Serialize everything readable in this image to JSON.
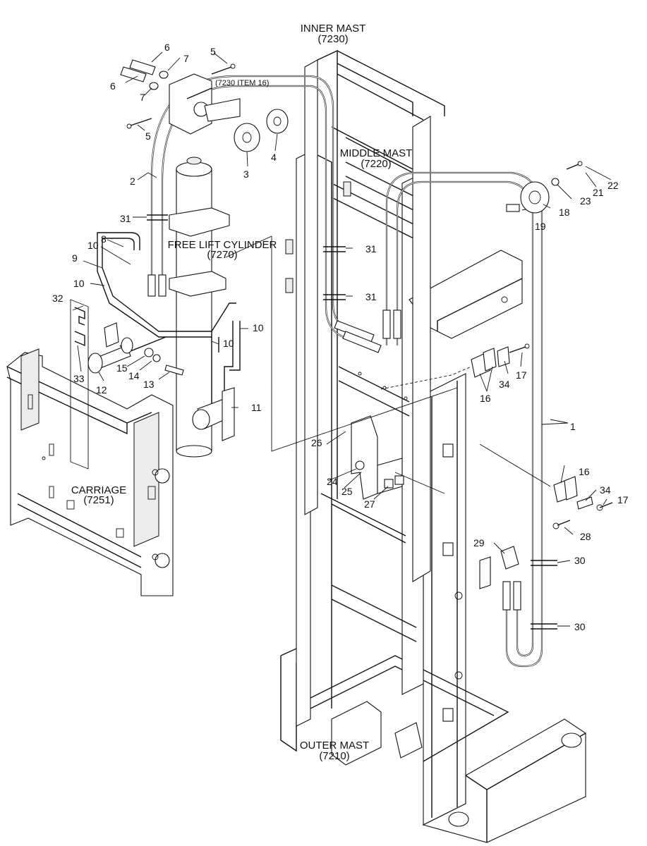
{
  "titles": {
    "inner_mast": "INNER MAST",
    "inner_mast_code": "(7230)",
    "middle_mast": "MIDDLE MAST",
    "middle_mast_code": "(7220)",
    "outer_mast": "OUTER MAST",
    "outer_mast_code": "(7210)",
    "free_lift_cylinder": "FREE LIFT CYLINDER",
    "free_lift_cylinder_code": "(7270)",
    "carriage": "CARRIAGE",
    "carriage_code": "(7251)",
    "item_ref": "(7230 ITEM 16)"
  },
  "callouts": {
    "c1": "1",
    "c2": "2",
    "c3": "3",
    "c4": "4",
    "c5a": "5",
    "c5b": "5",
    "c6a": "6",
    "c6b": "6",
    "c7a": "7",
    "c7b": "7",
    "c8": "8",
    "c9": "9",
    "c10a": "10",
    "c10b": "10",
    "c10c": "10",
    "c10d": "10",
    "c11": "11",
    "c12": "12",
    "c13": "13",
    "c14": "14",
    "c15": "15",
    "c16a": "16",
    "c16b": "16",
    "c17a": "17",
    "c17b": "17",
    "c18": "18",
    "c19": "19",
    "c21": "21",
    "c22": "22",
    "c23": "23",
    "c24": "24",
    "c25": "25",
    "c26": "26",
    "c27": "27",
    "c28": "28",
    "c29": "29",
    "c30a": "30",
    "c30b": "30",
    "c31a": "31",
    "c31b": "31",
    "c31c": "31",
    "c32": "32",
    "c33": "33",
    "c34a": "34",
    "c34b": "34"
  }
}
